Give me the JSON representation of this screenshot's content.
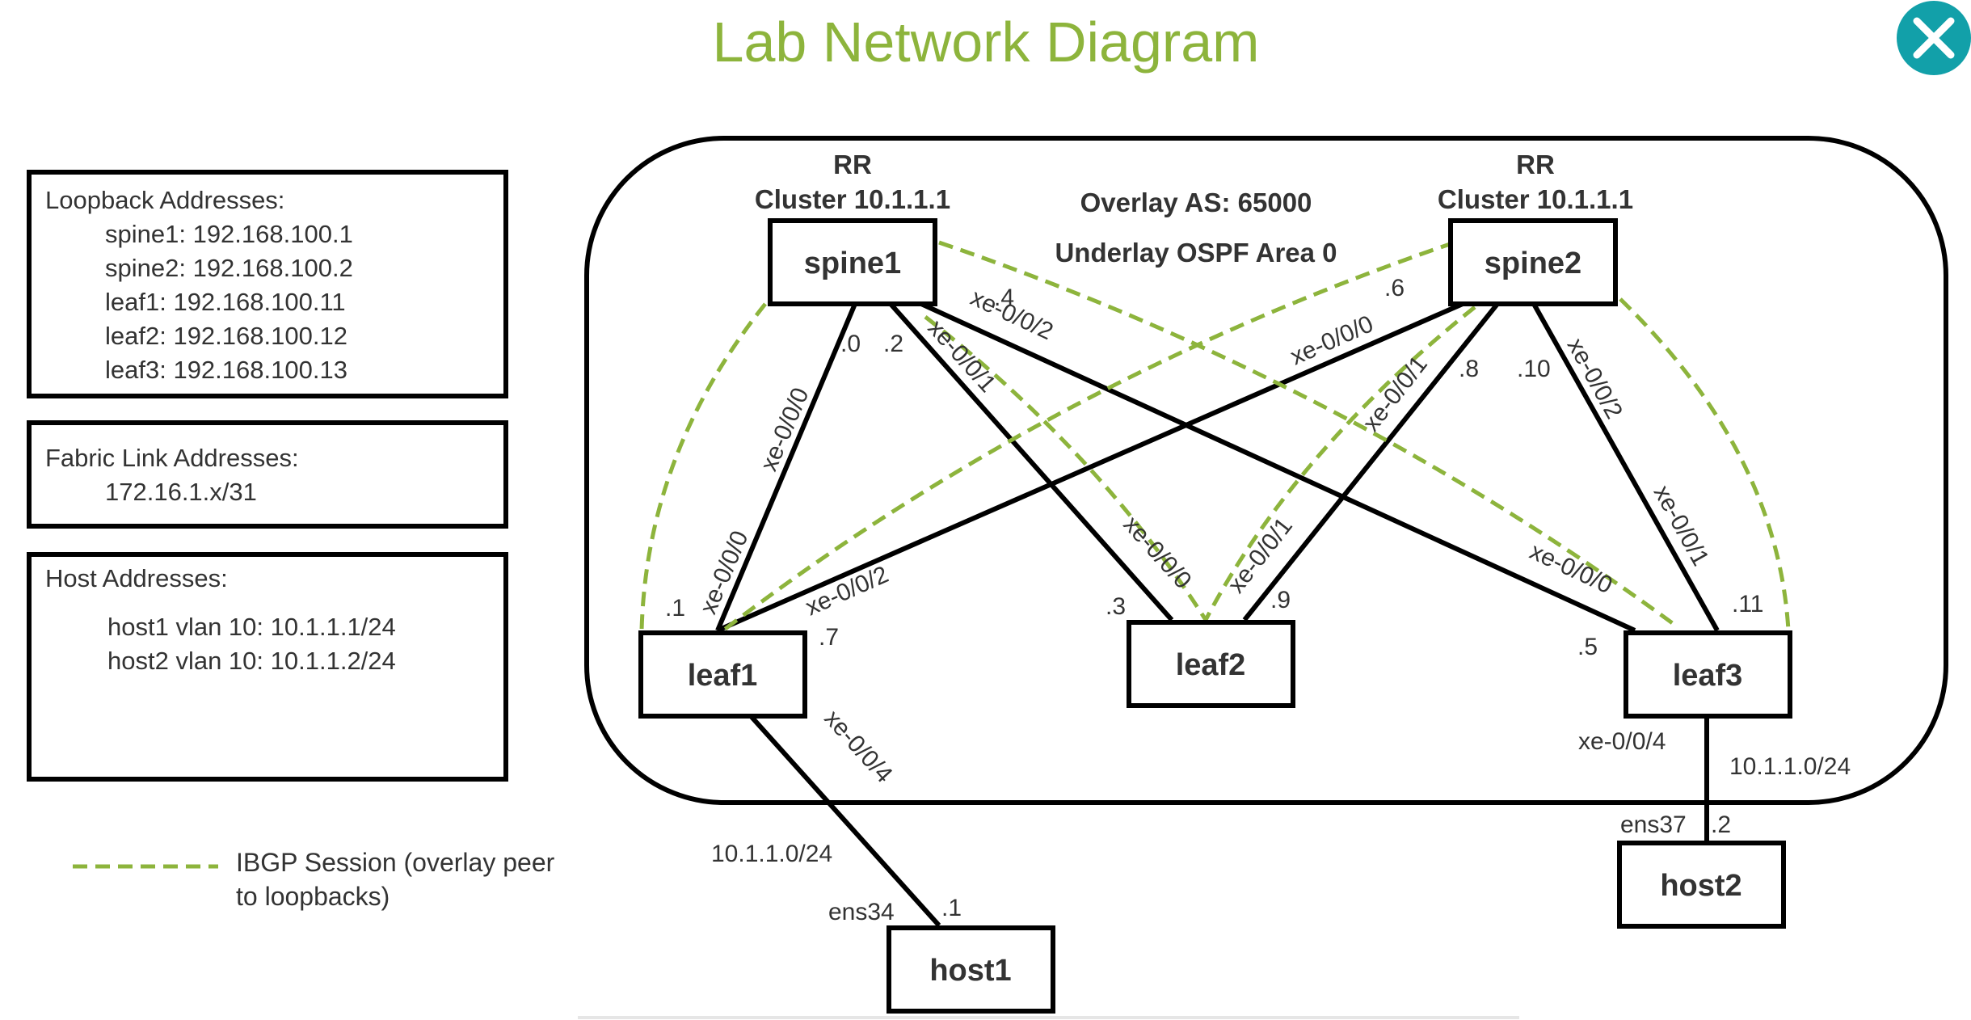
{
  "title": "Lab Network Diagram",
  "colors": {
    "accent": "#8db43c",
    "close": "#12a0a9",
    "line": "#000000"
  },
  "close_icon": "close-icon",
  "loopback": {
    "title": "Loopback Addresses:",
    "items": [
      "spine1: 192.168.100.1",
      "spine2: 192.168.100.2",
      "leaf1: 192.168.100.11",
      "leaf2: 192.168.100.12",
      "leaf3: 192.168.100.13"
    ]
  },
  "fabric": {
    "title": "Fabric Link Addresses:",
    "items": [
      "172.16.1.x/31"
    ]
  },
  "hosts_box": {
    "title": "Host Addresses:",
    "items": [
      "host1 vlan 10: 10.1.1.1/24",
      "host2 vlan 10: 10.1.1.2/24"
    ]
  },
  "legend": {
    "line1": "IBGP Session (overlay peer",
    "line2": "to loopbacks)"
  },
  "overlay": {
    "as": "Overlay AS: 65000",
    "underlay": "Underlay OSPF Area 0"
  },
  "rr": {
    "line1": "RR",
    "line2": "Cluster 10.1.1.1"
  },
  "nodes": {
    "spine1": "spine1",
    "spine2": "spine2",
    "leaf1": "leaf1",
    "leaf2": "leaf2",
    "leaf3": "leaf3",
    "host1": "host1",
    "host2": "host2"
  },
  "interfaces": {
    "s1_l1_spine": "xe-0/0/0",
    "s1_l1_leaf": "xe-0/0/0",
    "s1_l2_spine": "xe-0/0/1",
    "s1_l2_leaf": "xe-0/0/0",
    "s1_l3_spine": "xe-0/0/2",
    "s1_l3_leaf": "xe-0/0/0",
    "s2_l1_spine": "xe-0/0/0",
    "s2_l1_leaf": "xe-0/0/2",
    "s2_l2_spine": "xe-0/0/1",
    "s2_l2_leaf": "xe-0/0/1",
    "s2_l3_spine": "xe-0/0/2",
    "s2_l3_leaf": "xe-0/0/1",
    "l1_h1": "xe-0/0/4",
    "l3_h2": "xe-0/0/4",
    "ens34": "ens34",
    "ens37": "ens37"
  },
  "addresses": {
    "a0": ".0",
    "a1": ".1",
    "a2": ".2",
    "a3": ".3",
    "a4": ".4",
    "a5": ".5",
    "a6": ".6",
    "a7": ".7",
    "a8": ".8",
    "a9": ".9",
    "a10": ".10",
    "a11": ".11",
    "h1": ".1",
    "h2": ".2",
    "net1": "10.1.1.0/24",
    "net2": "10.1.1.0/24"
  }
}
